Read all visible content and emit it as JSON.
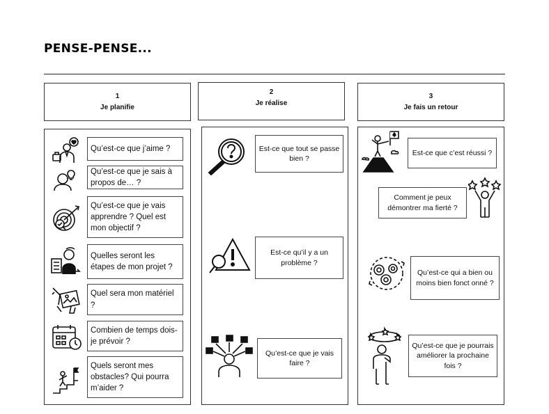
{
  "title": "PENSE-PENSE...",
  "columns": [
    {
      "number": "1",
      "heading": "Je planifie"
    },
    {
      "number": "2",
      "heading": "Je réalise"
    },
    {
      "number": "3",
      "heading": "Je fais un retour"
    }
  ],
  "plan": [
    "Qu’est-ce que j’aime ?",
    "Qu’est-ce que je sais à propos de… ?",
    "Qu’est-ce que je vais apprendre ? Quel est mon objectif ?",
    "Quelles seront les étapes de mon projet ?",
    "Quel sera mon matériel ?",
    " Combien de temps dois-je prévoir ?",
    "Quels seront mes obstacles? Qui pourra m’aider ?"
  ],
  "do": [
    "Est-ce que tout se passe bien ?",
    "Est-ce qu’il y a un problème ?",
    "Qu’est-ce que je vais faire ?"
  ],
  "review": [
    "Est-ce que c’est réussi ?",
    "Comment je peux démontrer ma fierté ?",
    "Qu’est-ce qui a bien ou moins bien fonct onné ?",
    "Qu’est-ce que je pourrais améliorer la prochaine fois ?"
  ],
  "icons": {
    "plan": [
      "heart-worker-icon",
      "lightbulb-person-icon",
      "target-icon",
      "project-steps-icon",
      "tools-icon",
      "calendar-clock-icon",
      "stairs-flag-icon"
    ],
    "do": [
      "magnifier-question-icon",
      "warning-magnifier-icon",
      "decision-person-icon"
    ],
    "review": [
      "summit-flag-icon",
      "proud-person-stars-icon",
      "gears-icon",
      "thinking-person-stars-icon"
    ]
  }
}
